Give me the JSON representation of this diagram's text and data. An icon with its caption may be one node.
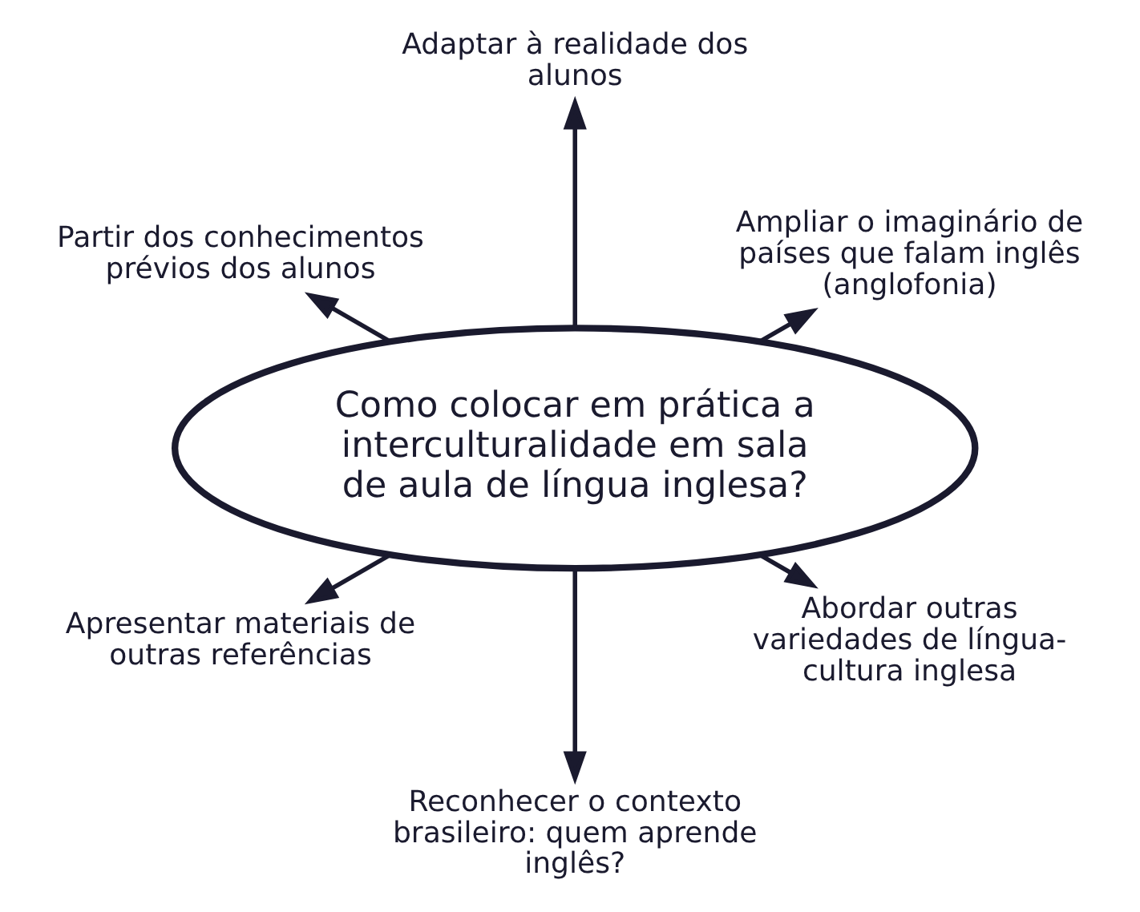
{
  "diagram": {
    "nodes": [
      {
        "text": [
          "Como colocar em prática a interculturalidade em sala de aula de língua inglesa?"
        ]
      },
      {
        "text": [
          "Ampliar o imaginário de países que falam inglês (anglofonia)"
        ]
      },
      {
        "text": [
          "Adaptar à realidade dos alunos"
        ]
      },
      {
        "text": [
          "Partir dos conhecimentos prévios dos alunos"
        ]
      },
      {
        "text": [
          "Apresentar materiais de outras referências"
        ]
      },
      {
        "text": [
          "Reconhecer o contexto brasileiro: quem aprende inglês?"
        ]
      },
      {
        "text": [
          "Abordar outras variedades de língua-cultura inglesa"
        ]
      }
    ],
    "edges": [
      {
        "from": 0,
        "to": 1,
        "arrow": "to"
      },
      {
        "from": 0,
        "to": 2,
        "arrow": "to"
      },
      {
        "from": 0,
        "to": 3,
        "arrow": "to"
      },
      {
        "from": 0,
        "to": 4,
        "arrow": "to"
      },
      {
        "from": 0,
        "to": 5,
        "arrow": "to"
      },
      {
        "from": 0,
        "to": 6,
        "arrow": "to"
      }
    ]
  }
}
